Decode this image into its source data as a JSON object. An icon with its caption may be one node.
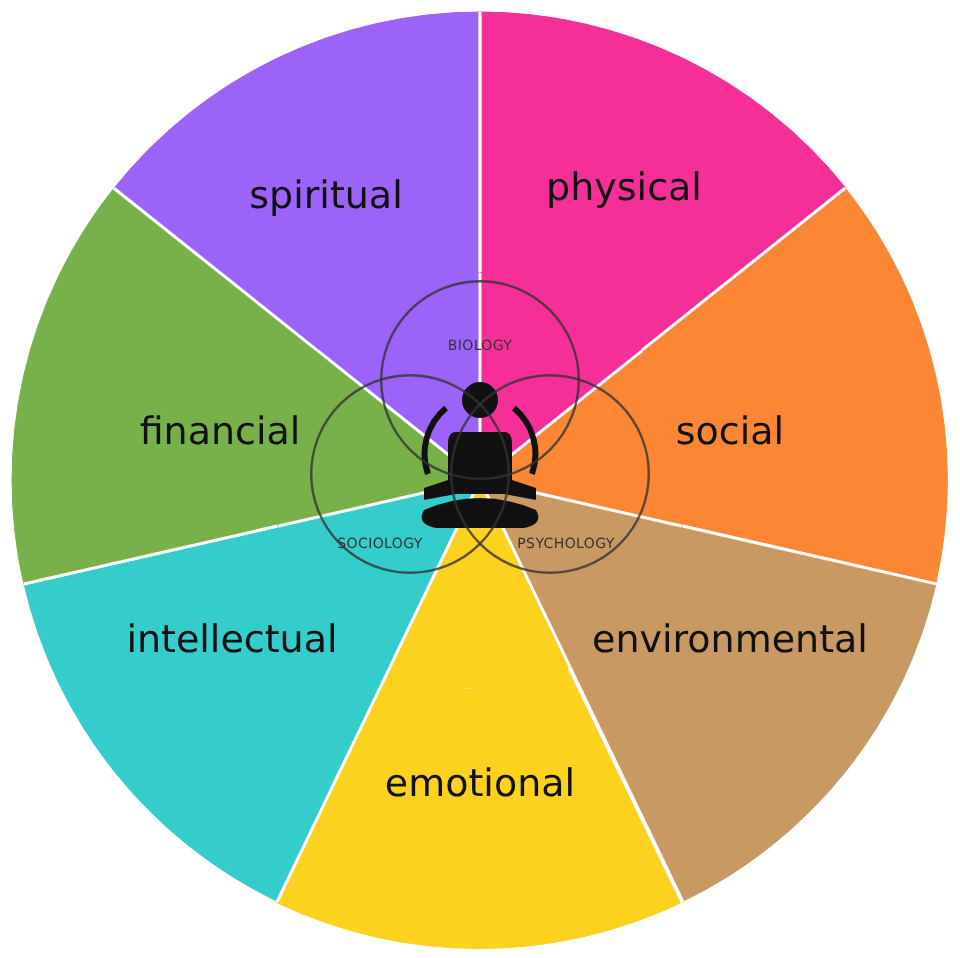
{
  "diagram": {
    "nodes": [
      {
        "text": [
          "physical"
        ]
      },
      {
        "text": [
          "social"
        ]
      },
      {
        "text": [
          "environmental"
        ]
      },
      {
        "text": [
          "emotional"
        ]
      },
      {
        "text": [
          "intellectual"
        ]
      },
      {
        "text": [
          "financial"
        ]
      },
      {
        "text": [
          "spiritual"
        ]
      },
      {
        "text": [
          "BIOLOGY"
        ]
      },
      {
        "text": [
          "SOCIOLOGY"
        ]
      },
      {
        "text": [
          "PSYCHOLOGY"
        ]
      }
    ]
  }
}
